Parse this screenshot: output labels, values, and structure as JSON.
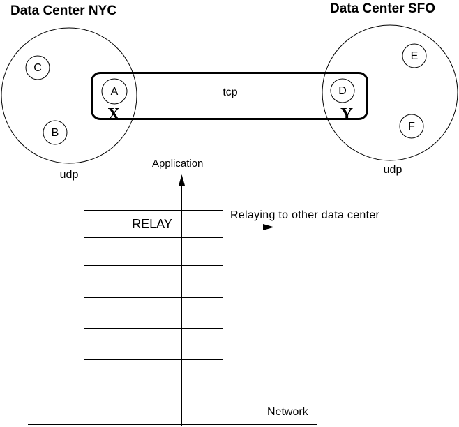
{
  "diagram": {
    "nyc": {
      "title": "Data Center NYC",
      "cloud_label": "udp",
      "nodes": {
        "c": "C",
        "a": "A",
        "b": "B"
      },
      "gateway_label": "X"
    },
    "sfo": {
      "title": "Data Center SFO",
      "cloud_label": "udp",
      "nodes": {
        "d": "D",
        "e": "E",
        "f": "F"
      },
      "gateway_label": "Y"
    },
    "tcp_pipe": {
      "label": "tcp"
    },
    "stack": {
      "top_arrow_label": "Application",
      "relay_row_label": "RELAY",
      "relay_arrow_label": "Relaying to other data center",
      "network_label": "Network",
      "row_count": 7
    },
    "colors": {
      "stroke": "#000000",
      "background": "#ffffff"
    }
  }
}
